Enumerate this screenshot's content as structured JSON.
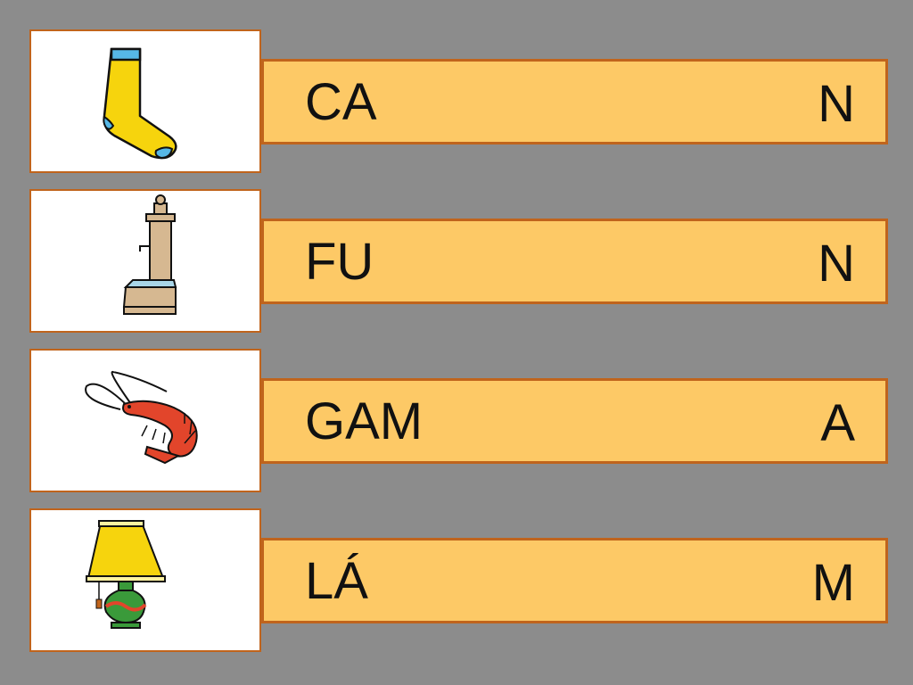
{
  "exercise": {
    "items": [
      {
        "image_icon": "sock-icon",
        "word_start": "CA",
        "word_end": "N"
      },
      {
        "image_icon": "water-fountain-icon",
        "word_start": "FU",
        "word_end": "N"
      },
      {
        "image_icon": "shrimp-icon",
        "word_start": "GAM",
        "word_end": "A"
      },
      {
        "image_icon": "lamp-icon",
        "word_start": "LÁ",
        "word_end": "M"
      }
    ]
  },
  "colors": {
    "background": "#8c8c8c",
    "bar_fill": "#fdc966",
    "border": "#c0641c",
    "card_fill": "#ffffff"
  }
}
